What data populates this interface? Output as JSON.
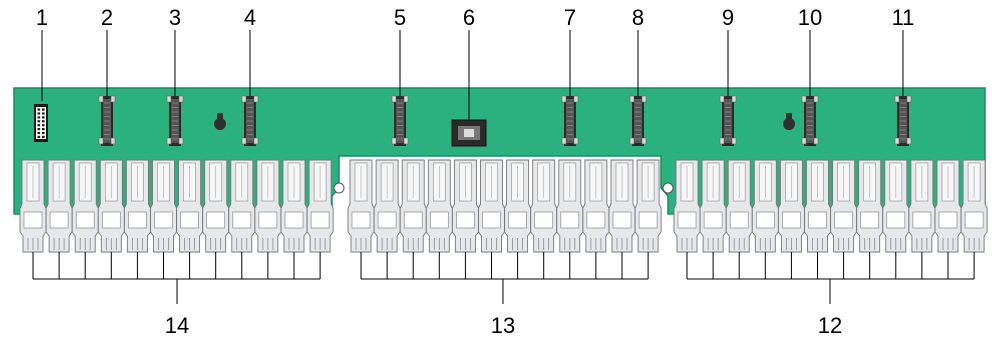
{
  "colors": {
    "board": "#2bb07f",
    "board_edge": "#1f8a63",
    "slot_fill": "#e6e8ea",
    "slot_stroke": "#777777",
    "connector_dark": "#2b2b2b",
    "line": "#000000"
  },
  "top_callouts": [
    "1",
    "2",
    "3",
    "4",
    "5",
    "6",
    "7",
    "8",
    "9",
    "10",
    "11"
  ],
  "group_callouts": [
    "14",
    "13",
    "12"
  ],
  "components": {
    "header_connector": "dual-row pin header",
    "vertical_connectors": 9,
    "power_connector": "square power connector",
    "mounting_holes": 2
  },
  "drive_slot_groups": [
    {
      "label": "14",
      "slots": 12
    },
    {
      "label": "13",
      "slots": 12
    },
    {
      "label": "12",
      "slots": 12
    }
  ]
}
